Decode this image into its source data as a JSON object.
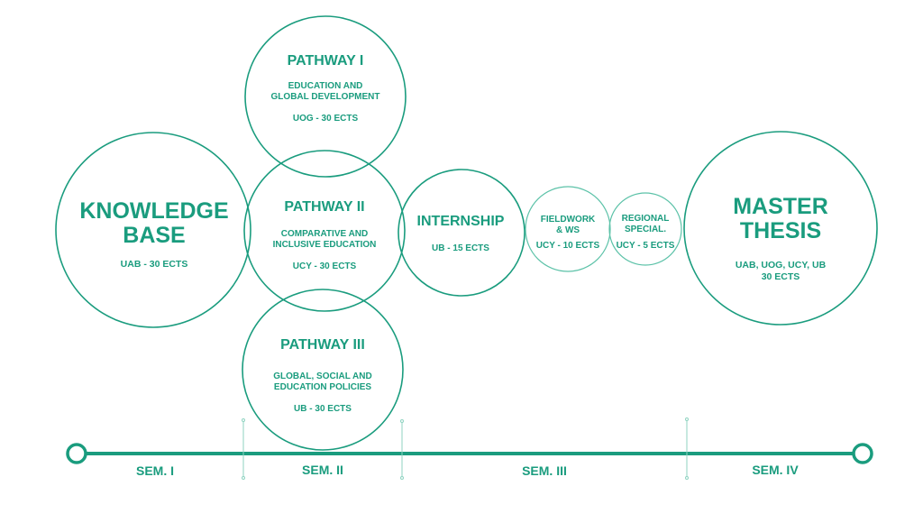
{
  "color": "#1a9c7e",
  "knowledge_base": {
    "title1": "KNOWLEDGE",
    "title2": "BASE",
    "credits": "UAB - 30 ECTS"
  },
  "pathway1": {
    "title": "PATHWAY I",
    "desc1": "EDUCATION AND",
    "desc2": "GLOBAL DEVELOPMENT",
    "credits": "UOG - 30 ECTS"
  },
  "pathway2": {
    "title": "PATHWAY II",
    "desc1": "COMPARATIVE AND",
    "desc2": "INCLUSIVE EDUCATION",
    "credits": "UCY - 30 ECTS"
  },
  "pathway3": {
    "title": "PATHWAY III",
    "desc1": "GLOBAL, SOCIAL AND",
    "desc2": "EDUCATION POLICIES",
    "credits": "UB - 30 ECTS"
  },
  "internship": {
    "title": "INTERNSHIP",
    "credits": "UB - 15 ECTS"
  },
  "fieldwork": {
    "title1": "FIELDWORK",
    "title2": "& WS",
    "credits": "UCY - 10 ECTS"
  },
  "regional": {
    "title1": "REGIONAL",
    "title2": "SPECIAL.",
    "credits": "UCY - 5 ECTS"
  },
  "master": {
    "title1": "MASTER",
    "title2": "THESIS",
    "credits1": "UAB, UOG, UCY, UB",
    "credits2": "30 ECTS"
  },
  "semesters": [
    "SEM. I",
    "SEM. II",
    "SEM. III",
    "SEM. IV"
  ]
}
